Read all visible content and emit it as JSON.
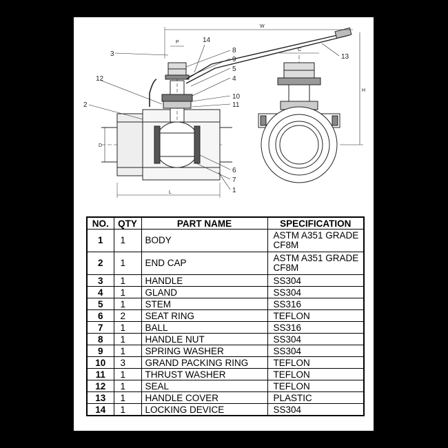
{
  "drawing": {
    "callouts": [
      "1",
      "2",
      "3",
      "4",
      "5",
      "6",
      "7",
      "8",
      "9",
      "10",
      "11",
      "12",
      "13",
      "14"
    ],
    "dimensions": {
      "w": "W",
      "p": "P",
      "c": "C",
      "h": "H",
      "l": "L",
      "d": "D"
    }
  },
  "table": {
    "headers": {
      "no": "NO.",
      "qty": "QTY",
      "part_name": "PART NAME",
      "specification": "SPECIFICATION"
    },
    "rows": [
      {
        "no": "1",
        "qty": "1",
        "part": "BODY",
        "spec": "ASTM A351 GRADE CF8M"
      },
      {
        "no": "2",
        "qty": "1",
        "part": "END CAP",
        "spec": "ASTM A351 GRADE CF8M"
      },
      {
        "no": "3",
        "qty": "1",
        "part": "HANDLE",
        "spec": "SS304"
      },
      {
        "no": "4",
        "qty": "1",
        "part": "GLAND",
        "spec": "SS304"
      },
      {
        "no": "5",
        "qty": "1",
        "part": "STEM",
        "spec": "SS316"
      },
      {
        "no": "6",
        "qty": "2",
        "part": "SEAT RING",
        "spec": "TEFLON"
      },
      {
        "no": "7",
        "qty": "1",
        "part": "BALL",
        "spec": "SS316"
      },
      {
        "no": "8",
        "qty": "1",
        "part": "HANDLE NUT",
        "spec": "SS304"
      },
      {
        "no": "9",
        "qty": "1",
        "part": "SPRING WASHER",
        "spec": "SS304"
      },
      {
        "no": "10",
        "qty": "3",
        "part": "GRAND PACKING RING",
        "spec": "TEFLON"
      },
      {
        "no": "11",
        "qty": "1",
        "part": "THRUST WASHER",
        "spec": "TEFLON"
      },
      {
        "no": "12",
        "qty": "1",
        "part": "SEAL",
        "spec": "TEFLON"
      },
      {
        "no": "13",
        "qty": "1",
        "part": "HANDLE COVER",
        "spec": "PLASTIC"
      },
      {
        "no": "14",
        "qty": "1",
        "part": "LOCKING DEVICE",
        "spec": "SS304"
      }
    ]
  }
}
